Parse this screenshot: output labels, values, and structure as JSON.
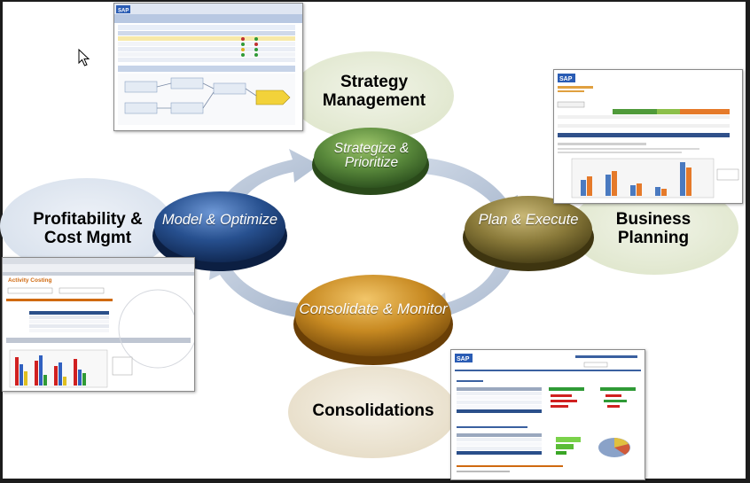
{
  "labels": {
    "strategy": "Strategy Management",
    "planning": "Business Planning",
    "profitability": "Profitability & Cost Mgmt",
    "consolidations": "Consolidations"
  },
  "discs": {
    "strategize": "Strategize & Prioritize",
    "plan": "Plan & Execute",
    "consolidate": "Consolidate & Monitor",
    "model": "Model & Optimize"
  },
  "shots": {
    "strategy_logo": "SAP",
    "planning_logo": "SAP",
    "profit_title": "Activity Costing",
    "consol_logo": "SAP"
  },
  "colors": {
    "green_disc": "#5a8a3c",
    "olive_disc": "#8a7a3a",
    "orange_disc": "#c88a22",
    "blue_disc": "#27508f",
    "arrow": "#b9c6d8",
    "bubble": "#e6ecd8"
  }
}
